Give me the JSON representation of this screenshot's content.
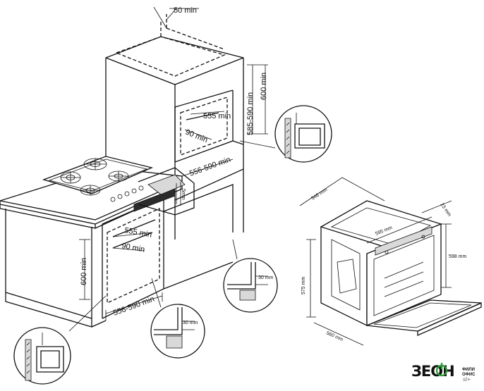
{
  "dimensions": {
    "tall_top_gap": "50 min",
    "tall_height_range": "585-590 min",
    "tall_height_min": "600 min",
    "tall_depth": "555 min",
    "tall_vent": "90 min",
    "tall_width_range": "556-590 min",
    "hob_gap": "5mm",
    "under_depth": "555 min",
    "under_vent": "90 min",
    "under_height": "600 min",
    "under_width_range": "556-590 min",
    "plinth_gap_right": "30 mm",
    "plinth_gap_bottom": "30 mm"
  },
  "oven": {
    "width_top": "546 mm",
    "depth_top": "595 mm",
    "front_thickness": "23 mm",
    "height_front": "598 mm",
    "height_body": "575 mm",
    "width_bottom": "560 mm"
  },
  "logo": {
    "brand": "ЗЕОН",
    "sub_line1": "ФИЛИ",
    "sub_line2": "ОФИС",
    "suffix": "st+"
  },
  "colors": {
    "line": "#111111",
    "background": "#ffffff",
    "logo_green": "#2e9a3a"
  }
}
